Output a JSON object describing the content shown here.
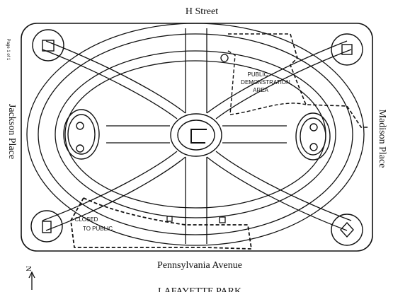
{
  "map": {
    "streets": {
      "north": "H Street",
      "east": "Madison Place",
      "west": "Jackson Place",
      "south": "Pennsylvania Avenue"
    },
    "areas": {
      "demonstration_line1": "PUBLIC",
      "demonstration_line2": "DEMONSTRATION",
      "demonstration_line3": "AREA",
      "closed_line1": "CLOSED",
      "closed_line2": "TO PUBLIC"
    },
    "north_arrow": "N",
    "margin_note": "Page 1 of 1",
    "caption": "LAFAYETTE PARK"
  }
}
